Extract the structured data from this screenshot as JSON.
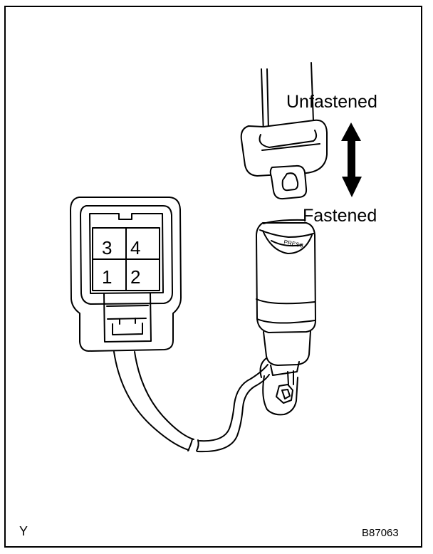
{
  "labels": {
    "unfastened": "Unfastened",
    "fastened": "Fastened"
  },
  "connector": {
    "pins": {
      "p1": "1",
      "p2": "2",
      "p3": "3",
      "p4": "4"
    }
  },
  "buckle": {
    "press_text": "PRESS"
  },
  "footer": {
    "corner_mark": "Y",
    "figure_id": "B87063"
  }
}
